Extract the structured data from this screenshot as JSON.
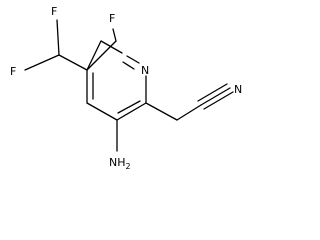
{
  "molecule": {
    "atoms": {
      "f_top": "F",
      "f_left": "F",
      "f_ring": "F",
      "n_ring": "N",
      "n_nitrile": "N",
      "amino": "NH",
      "amino_sub": "2"
    }
  }
}
